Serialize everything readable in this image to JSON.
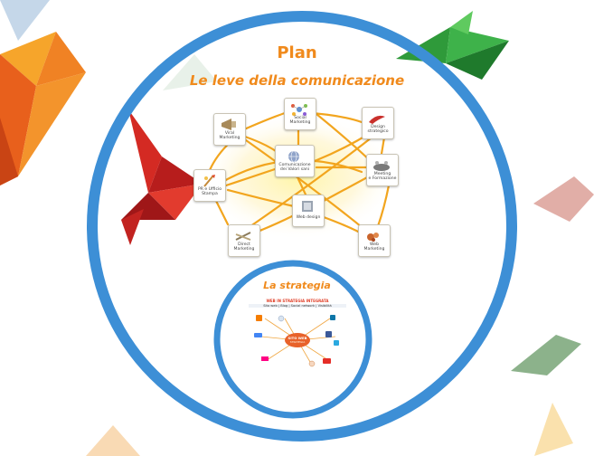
{
  "plan": {
    "title": "Plan",
    "subtitle": "Le leve della comunicazione"
  },
  "diagram": {
    "nodes": [
      {
        "id": "social",
        "label": "Social\nMarketing",
        "icon": "social-network-icon"
      },
      {
        "id": "viral",
        "label": "Viral\nMarketing",
        "icon": "megaphone-icon"
      },
      {
        "id": "design",
        "label": "Design\nstrategico",
        "icon": "design-tool-icon"
      },
      {
        "id": "center",
        "label": "Comunicazione\ndei Valori sani",
        "icon": "globe-icon"
      },
      {
        "id": "meeting",
        "label": "Meeting\ne Formazione",
        "icon": "meeting-icon"
      },
      {
        "id": "pr",
        "label": "PR e Ufficio\nStampa",
        "icon": "press-icon"
      },
      {
        "id": "web",
        "label": "Web design",
        "icon": "web-design-icon"
      },
      {
        "id": "direct",
        "label": "Direct\nMarketing",
        "icon": "mail-icon"
      },
      {
        "id": "webmkt",
        "label": "Web\nMarketing",
        "icon": "web-marketing-icon"
      }
    ]
  },
  "strategy": {
    "title": "La strategia",
    "map_heading": "WEB IN STRATEGIA INTEGRATA",
    "map_tabs": "Sito web | Blog | Social network | Visibilità",
    "hub_label": "SITO WEB",
    "hub_sublabel": "STRATEGIA"
  },
  "colors": {
    "accent_orange": "#f08a1c",
    "ring_blue": "#3d8fd6",
    "connector_gold": "#f2a51e",
    "glow": "#fff4b0"
  }
}
